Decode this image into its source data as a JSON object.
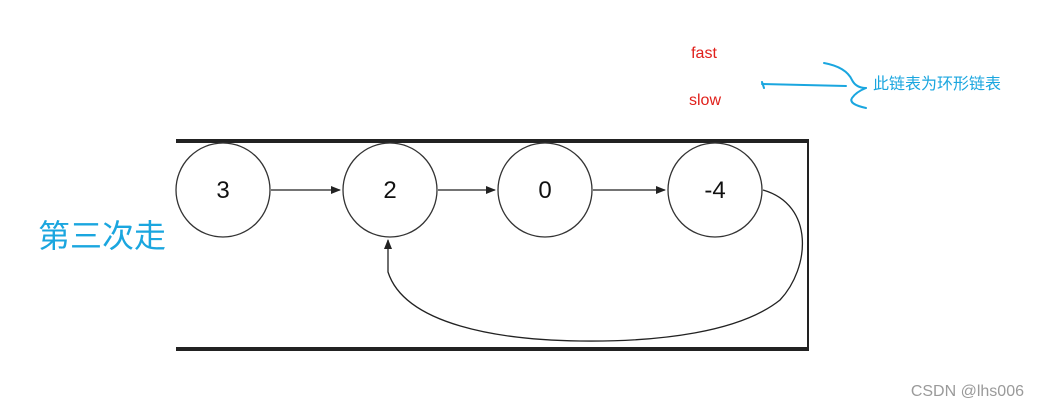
{
  "labels": {
    "fast": "fast",
    "slow": "slow",
    "cycle_note": "此链表为环形链表",
    "step_title": "第三次走",
    "watermark": "CSDN @lhs006"
  },
  "nodes": [
    {
      "value": "3"
    },
    {
      "value": "2"
    },
    {
      "value": "0"
    },
    {
      "value": "-4"
    }
  ],
  "colors": {
    "fast": "#e0201b",
    "slow": "#e0201b",
    "accent": "#1aa6df",
    "border": "#222222",
    "node_stroke": "#333333",
    "watermark": "#9a9a9a"
  }
}
